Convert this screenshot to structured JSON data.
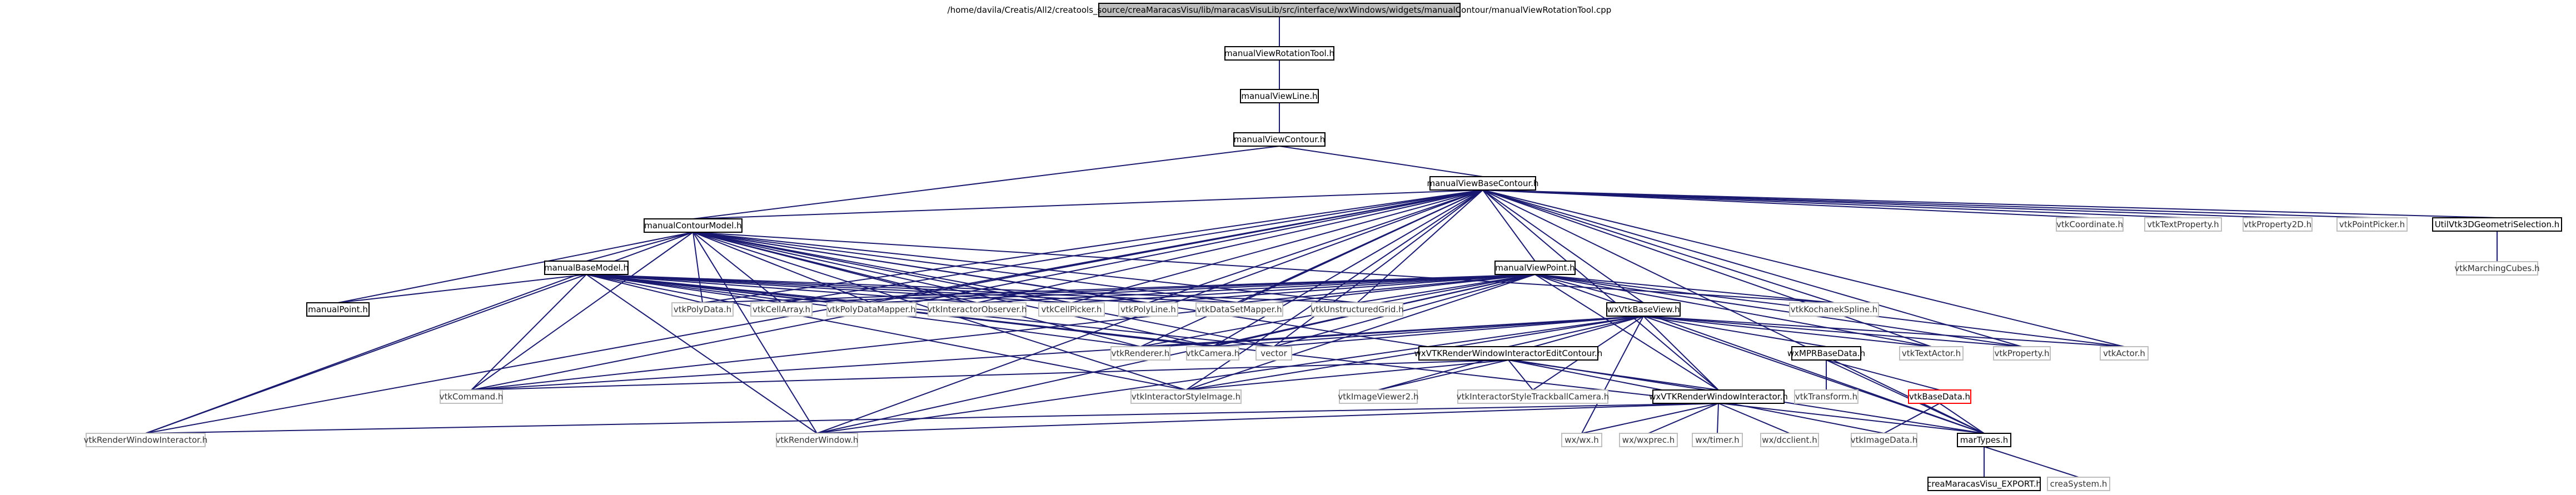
{
  "graph": {
    "title": "",
    "colors": {
      "edge": "#191970",
      "documented_border": "#000000",
      "external_border": "#bfbfbf",
      "highlight_border": "#ff0000",
      "root_fill": "#bfbfbf"
    },
    "nodes": {
      "root": "/home/davila/Creatis/All2/creatools_source/creaMaracasVisu/lib/maracasVisuLib/src/interface/wxWindows/widgets/manualContour/manualViewRotationTool.cpp",
      "manualViewRotationTool": "manualViewRotationTool.h",
      "manualViewLine": "manualViewLine.h",
      "manualViewContour": "manualViewContour.h",
      "manualViewBaseContour": "manualViewBaseContour.h",
      "manualContourModel": "manualContourModel.h",
      "manualBaseModel": "manualBaseModel.h",
      "manualViewPoint": "manualViewPoint.h",
      "manualPoint": "manualPoint.h",
      "wxVtkBaseView": "wxVtkBaseView.h",
      "wxVTKRenderWindowInteractorEditContour": "wxVTKRenderWindowInteractorEditContour.h",
      "wxVTKRenderWindowInteractor": "wxVTKRenderWindowInteractor.h",
      "wxMPRBaseData": "wxMPRBaseData.h",
      "vtkBaseData": "vtkBaseData.h",
      "marTypes": "marTypes.h",
      "creaMaracasVisu_EXPORT": "creaMaracasVisu_EXPORT.h",
      "UtilVtk3DGeometriSelection": "UtilVtk3DGeometriSelection.h",
      "vtkCoordinate": "vtkCoordinate.h",
      "vtkTextProperty": "vtkTextProperty.h",
      "vtkProperty2D": "vtkProperty2D.h",
      "vtkPointPicker": "vtkPointPicker.h",
      "vtkMarchingCubes": "vtkMarchingCubes.h",
      "vtkKochanekSpline": "vtkKochanekSpline.h",
      "vtkPolyData": "vtkPolyData.h",
      "vtkCellArray": "vtkCellArray.h",
      "vtkPolyDataMapper": "vtkPolyDataMapper.h",
      "vtkInteractorObserver": "vtkInteractorObserver.h",
      "vtkCellPicker": "vtkCellPicker.h",
      "vtkPolyLine": "vtkPolyLine.h",
      "vtkDataSetMapper": "vtkDataSetMapper.h",
      "vtkUnstructuredGrid": "vtkUnstructuredGrid.h",
      "vtkTextActor": "vtkTextActor.h",
      "vtkProperty": "vtkProperty.h",
      "vtkActor": "vtkActor.h",
      "vtkRenderer": "vtkRenderer.h",
      "vtkCamera": "vtkCamera.h",
      "vector": "vector",
      "vtkCommand": "vtkCommand.h",
      "vtkInteractorStyleImage": "vtkInteractorStyleImage.h",
      "vtkImageViewer2": "vtkImageViewer2.h",
      "vtkInteractorStyleTrackballCamera": "vtkInteractorStyleTrackballCamera.h",
      "vtkRenderWindowInteractor": "vtkRenderWindowInteractor.h",
      "vtkRenderWindow": "vtkRenderWindow.h",
      "vtkTransform": "vtkTransform.h",
      "vtkImageData": "vtkImageData.h",
      "wx_wx": "wx/wx.h",
      "wx_wxprec": "wx/wxprec.h",
      "wx_timer": "wx/timer.h",
      "wx_dcclient": "wx/dcclient.h",
      "creaSystem": "creaSystem.h"
    }
  }
}
